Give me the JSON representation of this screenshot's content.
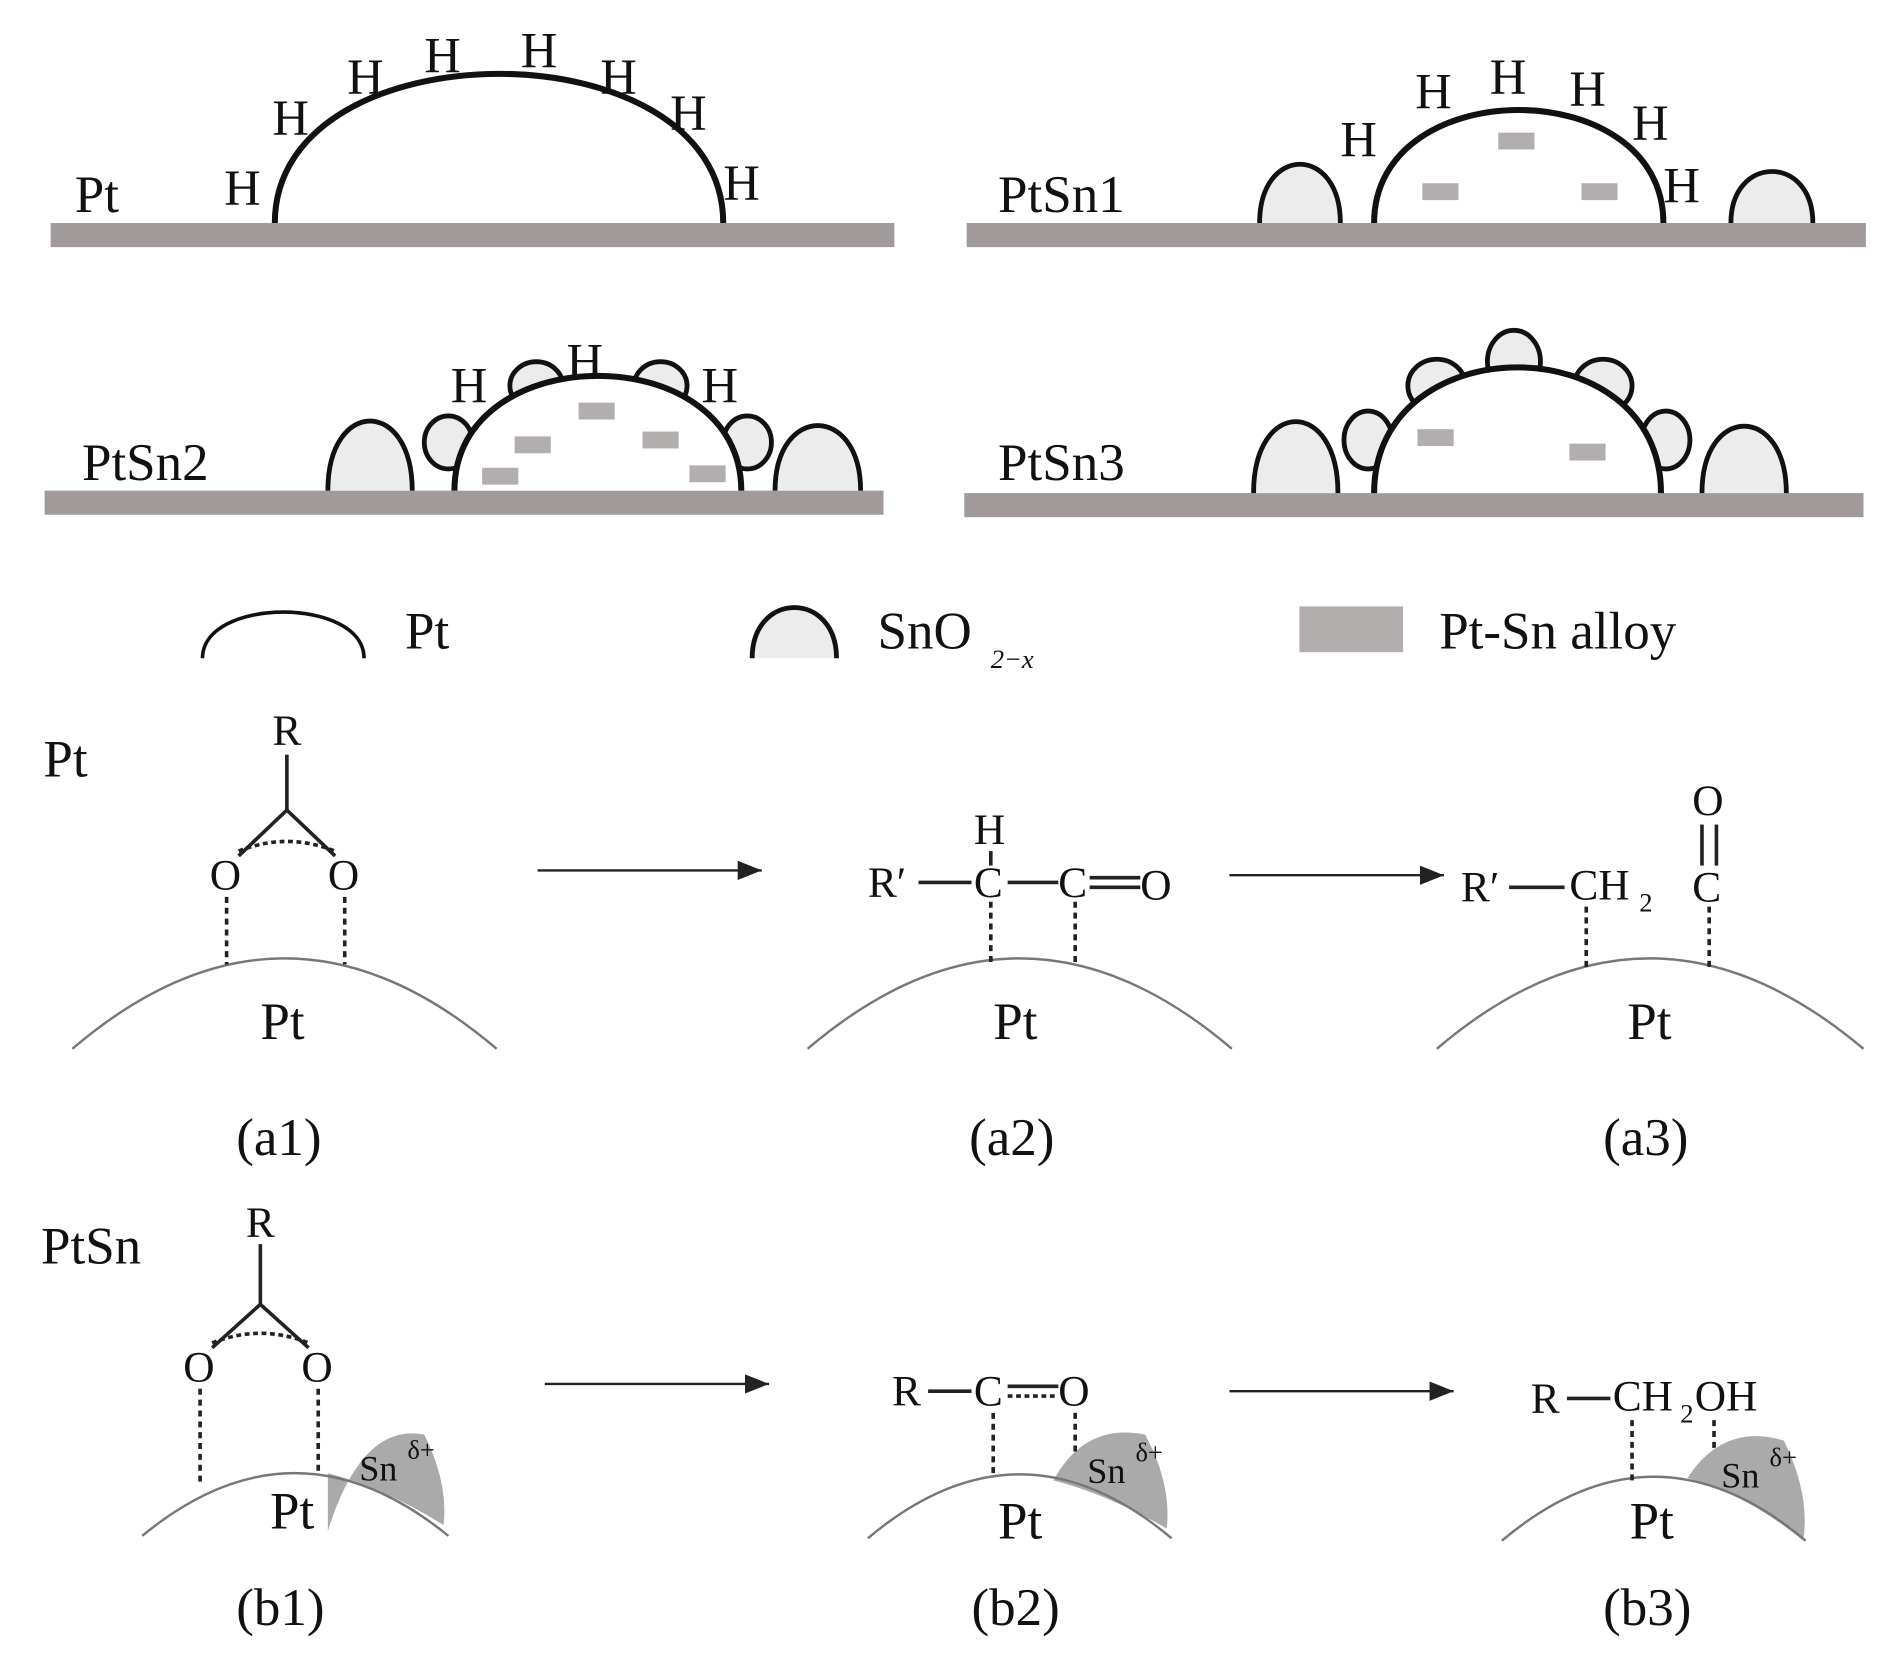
{
  "panels": {
    "pt": "Pt",
    "ptsn1": "PtSn1",
    "ptsn2": "PtSn2",
    "ptsn3": "PtSn3",
    "h": "H"
  },
  "legend": {
    "pt": "Pt",
    "sno_main": "SnO",
    "sno_sub": "2−x",
    "alloy": "Pt-Sn alloy"
  },
  "mechanism": {
    "row_a_title": "Pt",
    "row_b_title": "PtSn",
    "surface": "Pt",
    "r": "R",
    "o": "O",
    "h": "H",
    "c": "C",
    "r_prime": "R′",
    "ch": "CH",
    "two": "2",
    "oh": "OH",
    "sn": "Sn",
    "sn_sup": "δ+",
    "captions": [
      "(a1)",
      "(a2)",
      "(a3)",
      "(b1)",
      "(b2)",
      "(b3)"
    ]
  }
}
